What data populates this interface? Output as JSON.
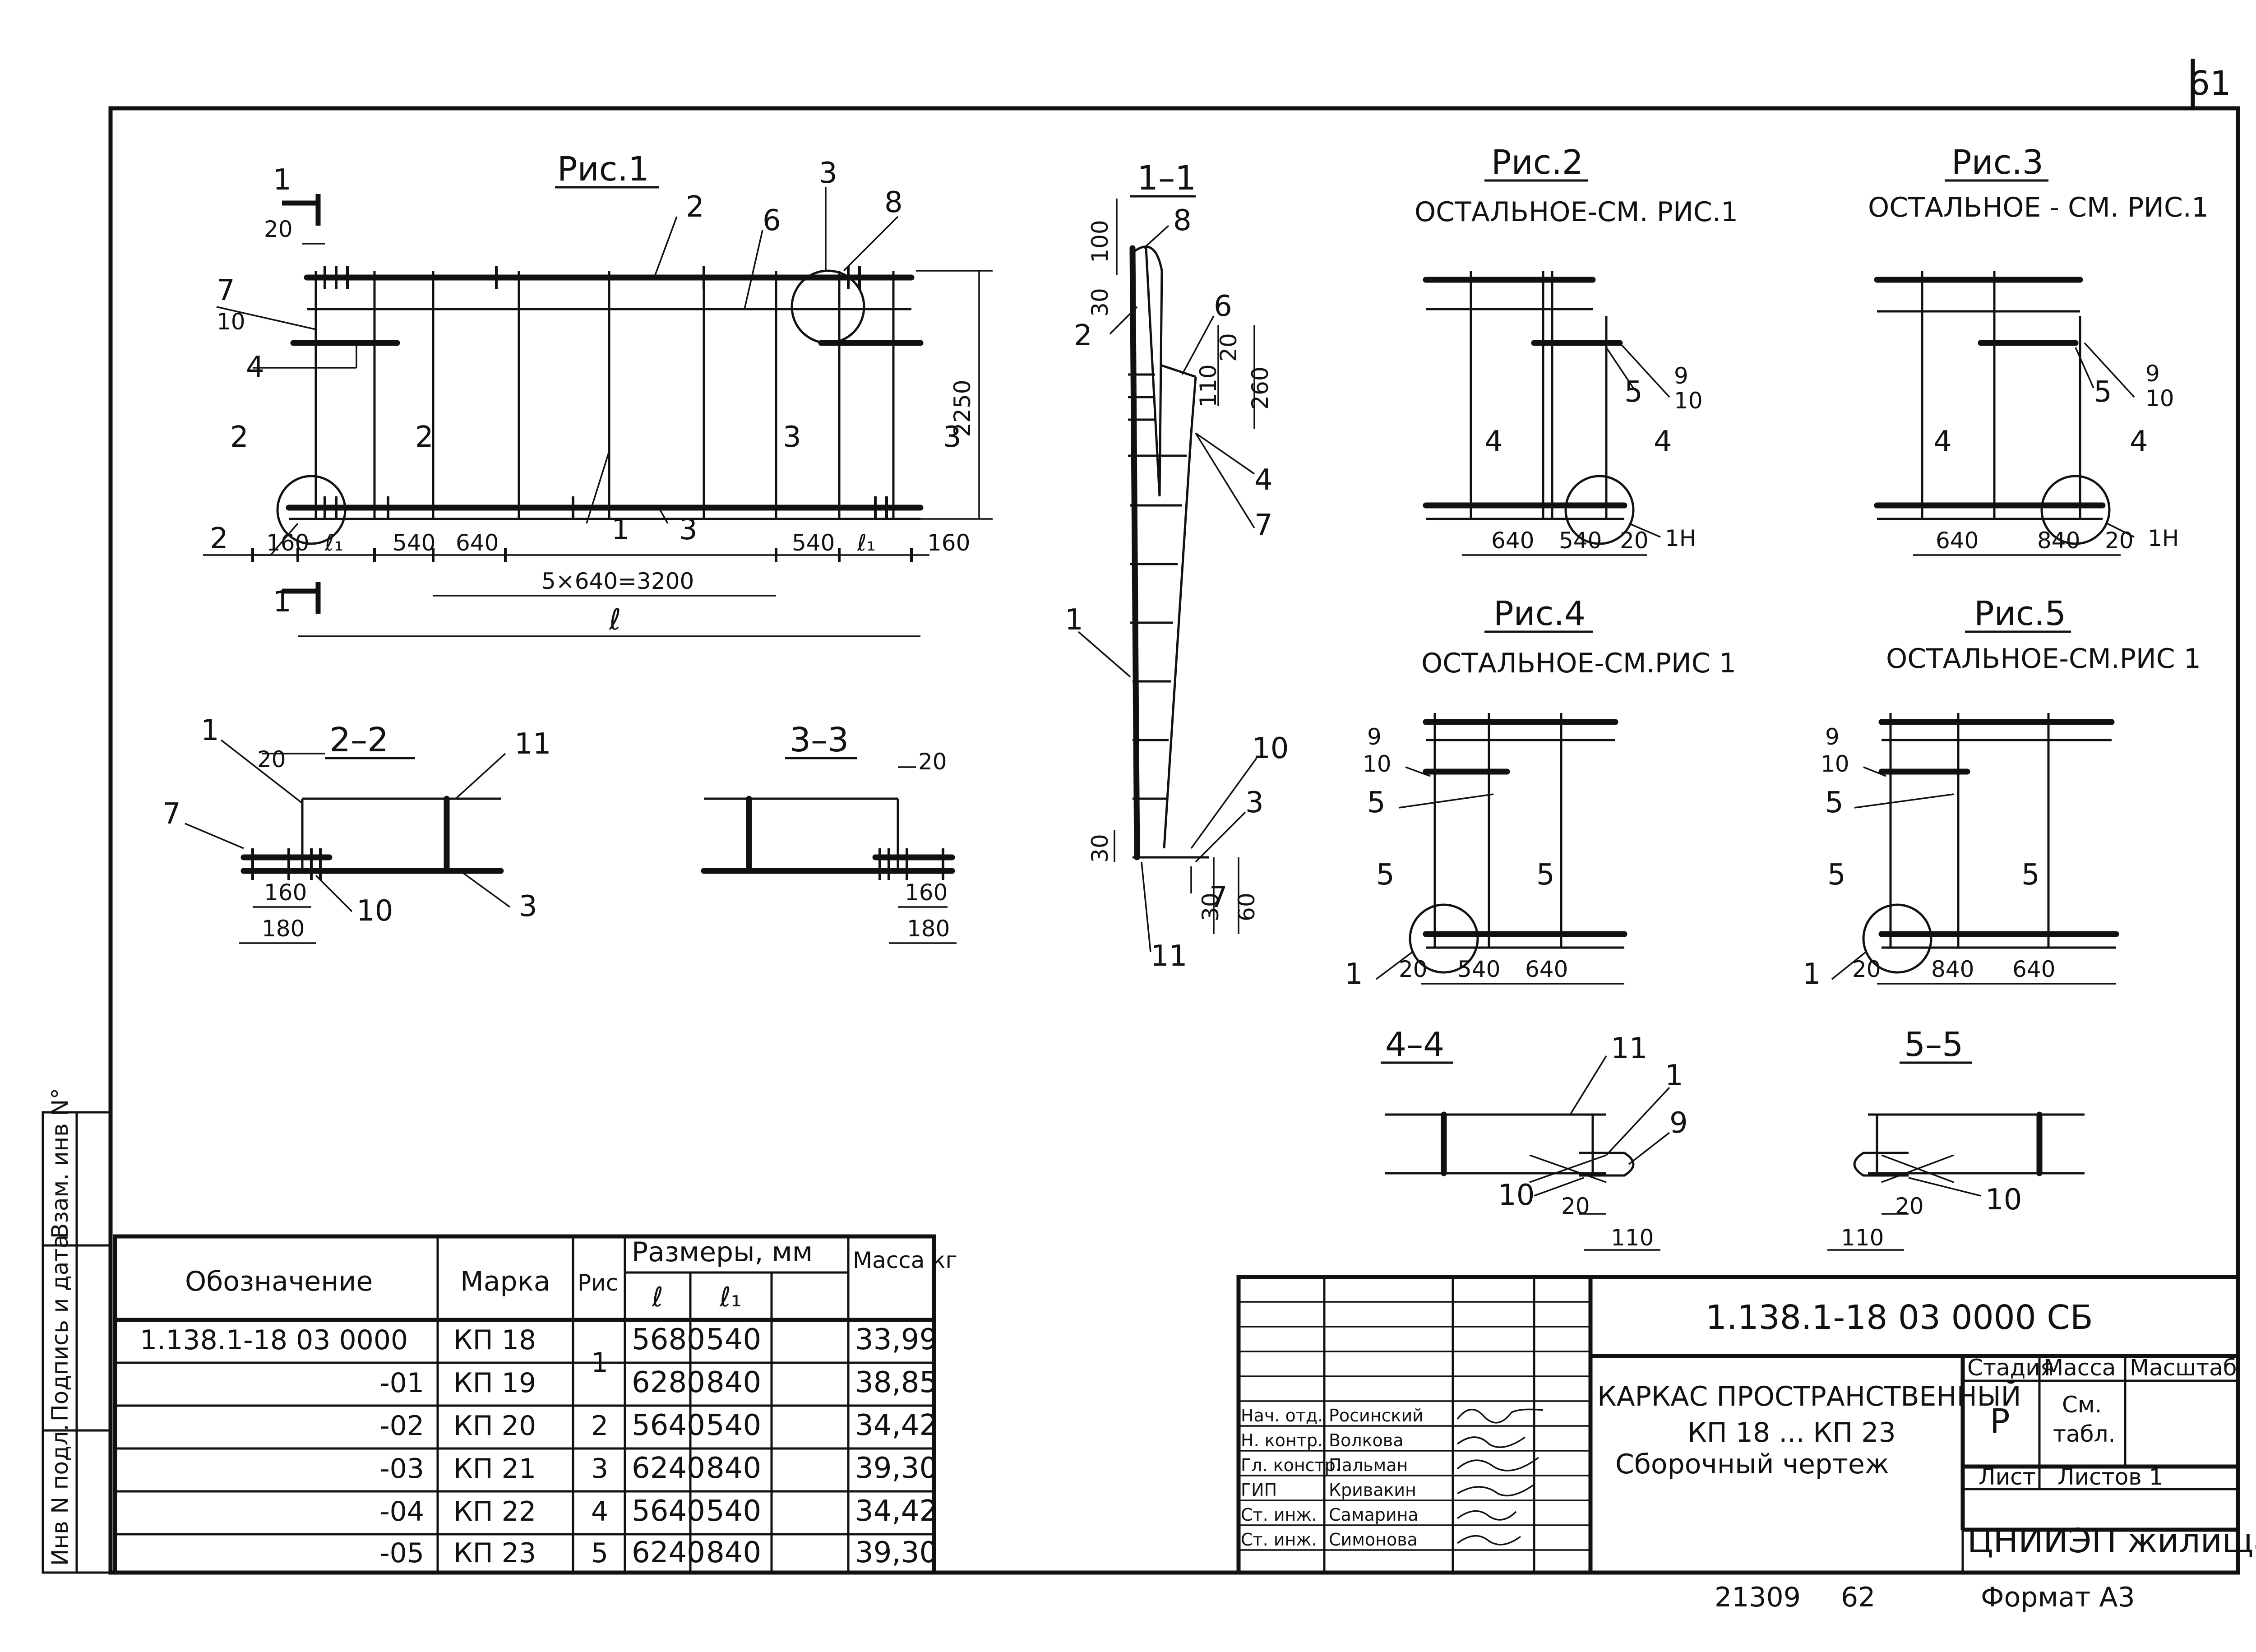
{
  "sheet": {
    "number": "61",
    "footer_left": "21309",
    "footer_mid": "62",
    "footer_right": "Формат А3"
  },
  "side_strip": [
    "Инв N подл.",
    "Подпись и дата",
    "Взам. инв N°"
  ],
  "fig1": {
    "title": "Рис.1",
    "leaders": [
      "1",
      "2",
      "6",
      "3",
      "8",
      "7",
      "10",
      "4",
      "2",
      "2",
      "3",
      "3",
      "1",
      "3",
      "2",
      "1"
    ],
    "dims": [
      "20",
      "2250",
      "160",
      "ℓ₁",
      "540",
      "640",
      "540",
      "ℓ₁",
      "160",
      "5×640=3200",
      "ℓ"
    ]
  },
  "sec11": {
    "title": "1–1",
    "leaders": [
      "8",
      "2",
      "6",
      "4",
      "7",
      "1",
      "10",
      "3",
      "7",
      "11"
    ],
    "dims": [
      "100",
      "30",
      "20",
      "110",
      "260",
      "30",
      "30",
      "60"
    ]
  },
  "fig2": {
    "title": "Рис.2",
    "subtitle": "ОСТАЛЬНОЕ-СМ. РИС.1",
    "leaders": [
      "9",
      "10",
      "5",
      "4",
      "4",
      "1Н"
    ],
    "dims": [
      "640",
      "540",
      "20"
    ]
  },
  "fig3": {
    "title": "Рис.3",
    "subtitle": "ОСТАЛЬНОЕ - СМ. РИС.1",
    "leaders": [
      "9",
      "10",
      "5",
      "4",
      "4",
      "1Н"
    ],
    "dims": [
      "640",
      "840",
      "20"
    ]
  },
  "fig4": {
    "title": "Рис.4",
    "subtitle": "ОСТАЛЬНОЕ-СМ.РИС 1",
    "leaders": [
      "9",
      "10",
      "5",
      "5",
      "5",
      "1"
    ],
    "dims": [
      "20",
      "540",
      "640"
    ]
  },
  "fig5": {
    "title": "Рис.5",
    "subtitle": "ОСТАЛЬНОЕ-СМ.РИС 1",
    "leaders": [
      "9",
      "10",
      "5",
      "5",
      "5",
      "1"
    ],
    "dims": [
      "20",
      "840",
      "640"
    ]
  },
  "sec22": {
    "title": "2–2",
    "leaders": [
      "1",
      "7",
      "11",
      "10",
      "3"
    ],
    "dims": [
      "20",
      "160",
      "180"
    ]
  },
  "sec33": {
    "title": "3–3",
    "leaders": [
      "20"
    ],
    "dims": [
      "160",
      "180"
    ]
  },
  "sec44": {
    "title": "4–4",
    "leaders": [
      "11",
      "1",
      "9",
      "10"
    ],
    "dims": [
      "20",
      "110"
    ]
  },
  "sec55": {
    "title": "5–5",
    "leaders": [
      "10"
    ],
    "dims": [
      "20",
      "110"
    ]
  },
  "spec_table": {
    "headers": {
      "designation": "Обозначение",
      "mark": "Марка",
      "fig": "Рис",
      "dims_group": "Размеры, мм",
      "l": "ℓ",
      "l1": "ℓ₁",
      "mass": "Масса кг"
    },
    "rows": [
      {
        "designation": "1.138.1-18 03 0000",
        "mark": "КП 18",
        "fig": "1",
        "l": "5680",
        "l1": "540",
        "mass": "33,99"
      },
      {
        "designation": "-01",
        "mark": "КП 19",
        "fig": "",
        "l": "6280",
        "l1": "840",
        "mass": "38,85"
      },
      {
        "designation": "-02",
        "mark": "КП 20",
        "fig": "2",
        "l": "5640",
        "l1": "540",
        "mass": "34,42"
      },
      {
        "designation": "-03",
        "mark": "КП 21",
        "fig": "3",
        "l": "6240",
        "l1": "840",
        "mass": "39,30"
      },
      {
        "designation": "-04",
        "mark": "КП 22",
        "fig": "4",
        "l": "5640",
        "l1": "540",
        "mass": "34,42"
      },
      {
        "designation": "-05",
        "mark": "КП 23",
        "fig": "5",
        "l": "6240",
        "l1": "840",
        "mass": "39,30"
      }
    ]
  },
  "title_block": {
    "doc_code": "1.138.1-18 03 0000 СБ",
    "name_line1": "КАРКАС ПРОСТРАНСТВЕННЫЙ",
    "name_line2": "КП 18 ... КП 23",
    "name_line3": "Сборочный чертеж",
    "stage_label": "Стадия",
    "stage_value": "Р",
    "mass_label": "Масса",
    "mass_value_1": "См.",
    "mass_value_2": "табл.",
    "scale_label": "Масштаб",
    "sheet_label": "Лист",
    "sheets_label": "Листов 1",
    "org": "ЦНИИЭП жилища",
    "signers": [
      {
        "role": "Нач. отд.",
        "name": "Росинский"
      },
      {
        "role": "Н. контр.",
        "name": "Волкова"
      },
      {
        "role": "Гл. констр.",
        "name": "Пальман"
      },
      {
        "role": "ГИП",
        "name": "Кривакин"
      },
      {
        "role": "Ст. инж.",
        "name": "Самарина"
      },
      {
        "role": "Ст. инж.",
        "name": "Симонова"
      }
    ]
  }
}
